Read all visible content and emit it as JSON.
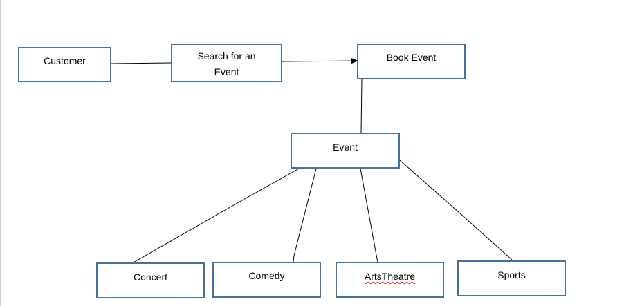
{
  "nodes": {
    "customer": "Customer",
    "search": "Search for an Event",
    "book": "Book Event",
    "event": "Event",
    "concert": "Concert",
    "comedy": "Comedy",
    "arts_theatre": "ArtsTheatre",
    "sports": "Sports"
  },
  "colors": {
    "box_border": "#41719c",
    "connector": "#000000",
    "spellcheck": "#e02020"
  }
}
